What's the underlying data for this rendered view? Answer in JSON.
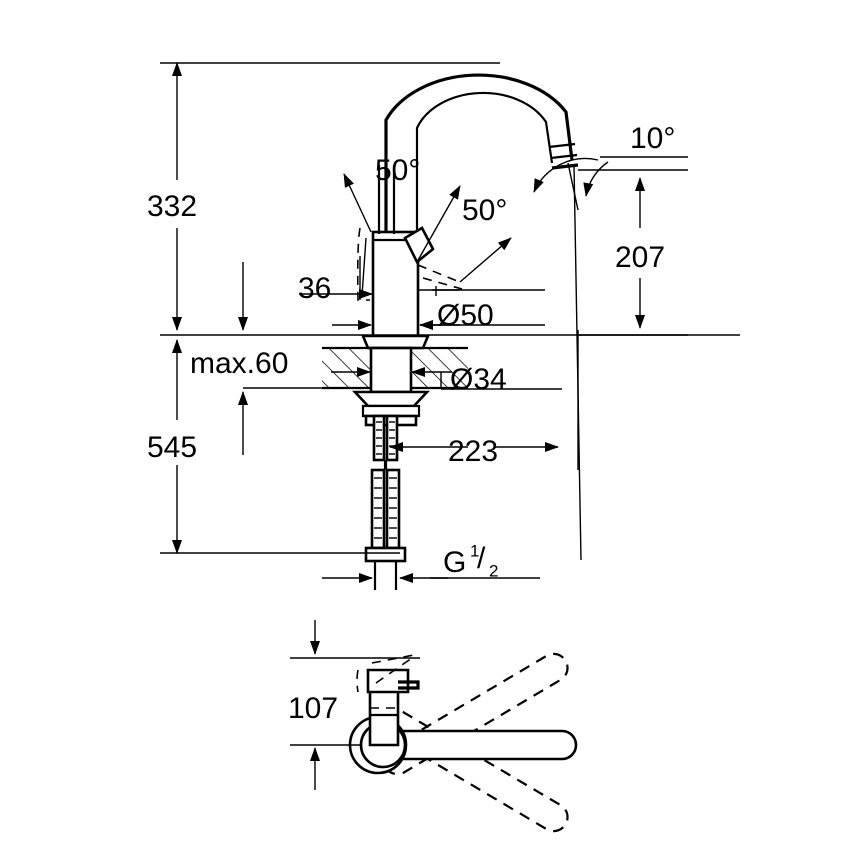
{
  "drawing": {
    "type": "technical-dimension-drawing",
    "subject": "single-lever kitchen mixer tap",
    "units": "mm",
    "views": [
      {
        "name": "front-elevation",
        "id": "front"
      },
      {
        "name": "top-plan-view",
        "id": "plan"
      }
    ]
  },
  "dimensions": {
    "height_above_deck": "332",
    "height_below_deck": "545",
    "max_deck_thickness": "max.60",
    "lever_clearance": "36",
    "spout_height": "207",
    "spout_reach": "223",
    "body_diameter": "Ø50",
    "shank_diameter": "Ø34",
    "plan_offset": "107",
    "thread_label_prefix": "G",
    "thread_numerator": "1",
    "thread_denominator": "2"
  },
  "angles": {
    "lever_left": "50°",
    "lever_right": "50°",
    "spout_tilt": "10°"
  },
  "colors": {
    "line": "#000000",
    "background": "#ffffff"
  }
}
